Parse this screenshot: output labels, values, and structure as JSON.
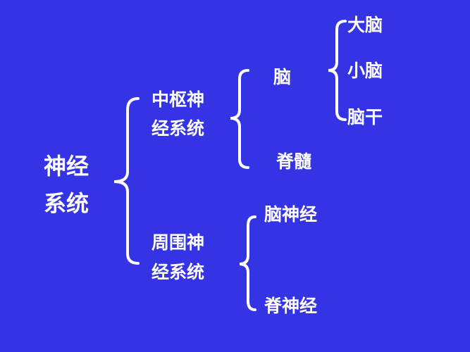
{
  "root": {
    "line1": "神经",
    "line2": "系统"
  },
  "central": {
    "line1": "中枢神",
    "line2": "经系统",
    "children": [
      {
        "label": "脑",
        "children": [
          "大脑",
          "小脑",
          "脑干"
        ]
      },
      {
        "label": "脊髓"
      }
    ]
  },
  "peripheral": {
    "line1": "周围神",
    "line2": "经系统",
    "children": [
      "脑神经",
      "脊神经"
    ]
  },
  "colors": {
    "background": "#3434e4",
    "text": "#ffffff"
  }
}
